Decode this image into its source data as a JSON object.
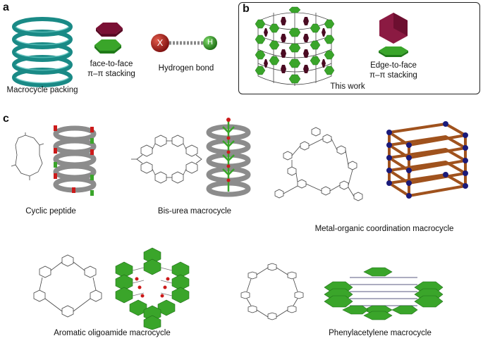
{
  "panels": {
    "a": {
      "letter": "a",
      "macrocycle_packing": "Macrocycle packing",
      "face_to_face_line1": "face-to-face",
      "face_to_face_line2": "π–π stacking",
      "hydrogen_bond": "Hydrogen bond",
      "x_atom": "X",
      "h_atom": "H"
    },
    "b": {
      "letter": "b",
      "this_work": "This work",
      "edge_to_face_line1": "Edge-to-face",
      "edge_to_face_line2": "π–π stacking"
    },
    "c": {
      "letter": "c",
      "cyclic_peptide": "Cyclic peptide",
      "bis_urea": "Bis-urea macrocycle",
      "metal_organic": "Metal-organic coordination macrocycle",
      "aromatic_oligoamide": "Aromatic oligoamide macrocycle",
      "phenylacetylene": "Phenylacetylene macrocycle"
    }
  },
  "colors": {
    "teal": "#1a8a86",
    "maroon": "#7a1034",
    "green": "#3aa52a",
    "grey_ring": "#8c8c8c",
    "brown": "#a0521d",
    "navy": "#1a1a7a",
    "red_atom": "#b3191b"
  }
}
